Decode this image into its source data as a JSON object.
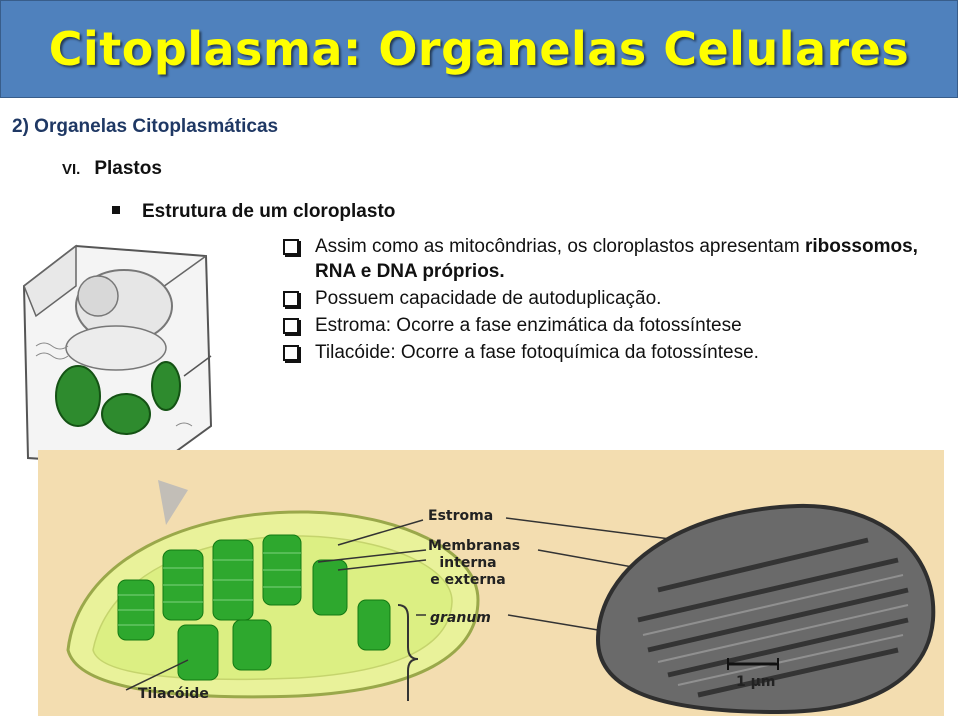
{
  "title": "Citoplasma: Organelas Celulares",
  "section": "2) Organelas Citoplasmáticas",
  "subsection": {
    "numeral": "VI.",
    "label": "Plastos"
  },
  "topic": "Estrutura de um cloroplasto",
  "points": [
    {
      "text_before": "Assim como as mitocôndrias, os cloroplastos apresentam ",
      "bold": "ribossomos, RNA e DNA próprios."
    },
    {
      "text_before": "Possuem capacidade de autoduplicação.",
      "bold": ""
    },
    {
      "text_before": "Estroma: Ocorre a fase enzimática da fotossíntese",
      "bold": ""
    },
    {
      "text_before": "Tilacóide: Ocorre a fase fotoquímica da fotossíntese.",
      "bold": ""
    }
  ],
  "figure": {
    "labels": {
      "estroma": "Estroma",
      "membranas_1": "Membranas",
      "membranas_2": "interna",
      "membranas_3": "e externa",
      "granum": "granum",
      "tilacoide": "Tilacóide",
      "scale": "1 µm"
    }
  },
  "colors": {
    "title_bg": "#4f81bd",
    "title_text": "#ffff00",
    "section_text": "#1f3864",
    "figure_bg": "#f3ddb0"
  }
}
